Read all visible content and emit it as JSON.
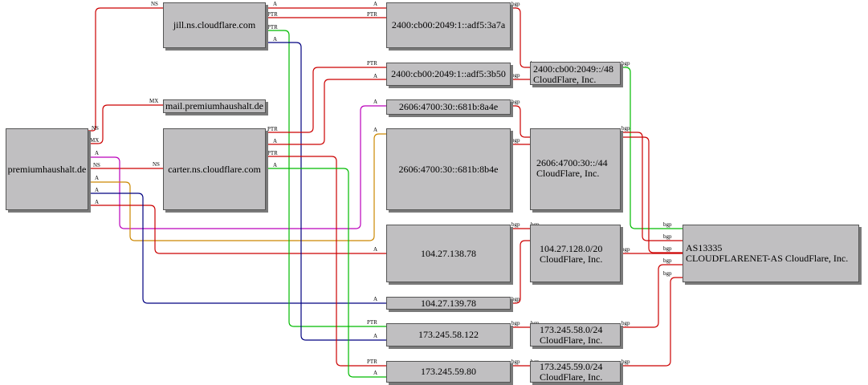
{
  "nodes": {
    "premiumhaushalt": "premiumhaushalt.de",
    "jill": "jill.ns.cloudflare.com",
    "mail": "mail.premiumhaushalt.de",
    "carter": "carter.ns.cloudflare.com",
    "ip6_3a7a": "2400:cb00:2049:1::adf5:3a7a",
    "ip6_3b50": "2400:cb00:2049:1::adf5:3b50",
    "ip6_8a4e": "2606:4700:30::681b:8a4e",
    "ip6_8b4e": "2606:4700:30::681b:8b4e",
    "ip4_138": "104.27.138.78",
    "ip4_139": "104.27.139.78",
    "ip4_58": "173.245.58.122",
    "ip4_59": "173.245.59.80",
    "pfx_2400": [
      "2400:cb00:2049::/48",
      "CloudFlare, Inc."
    ],
    "pfx_2606": [
      "2606:4700:30::/44",
      "CloudFlare, Inc."
    ],
    "pfx_104": [
      "104.27.128.0/20",
      "CloudFlare, Inc."
    ],
    "pfx_173_58": [
      "173.245.58.0/24",
      "CloudFlare, Inc."
    ],
    "pfx_173_59": [
      "173.245.59.0/24",
      "CloudFlare, Inc."
    ],
    "as": [
      "AS13335",
      "CLOUDFLARENET-AS CloudFlare, Inc."
    ]
  },
  "edge_labels": {
    "ns": "NS",
    "mx": "MX",
    "a": "A",
    "ptr": "PTR",
    "bgp": "bgp"
  },
  "colors": {
    "red": "#cc0000",
    "green": "#00bb00",
    "navy": "#000080",
    "magenta": "#bb00bb",
    "orange": "#cc8800",
    "node_fill": "#c0bfc1"
  }
}
